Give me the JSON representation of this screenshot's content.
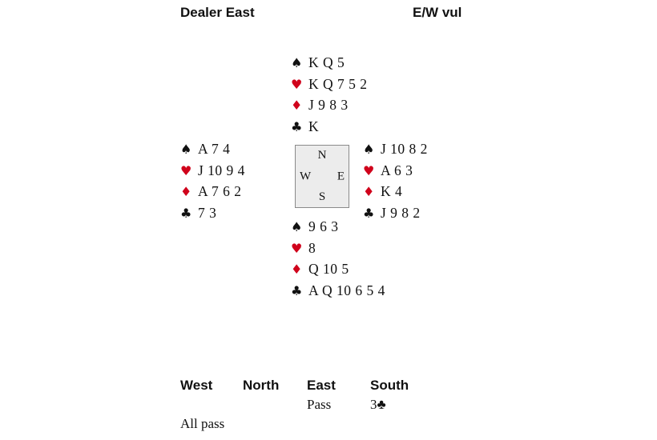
{
  "title": {
    "dealer": "Dealer East",
    "vulnerability": "E/W vul"
  },
  "symbols": {
    "spade": "♠",
    "heart": "♥",
    "diamond": "♦",
    "club": "♣"
  },
  "colors": {
    "red_suit": "#d0021b",
    "black_suit": "#111111",
    "compass_bg": "#ececec"
  },
  "hands": {
    "north": {
      "spades": "K Q 5",
      "hearts": "K Q 7 5 2",
      "diamonds": "J 9 8 3",
      "clubs": "K"
    },
    "west": {
      "spades": "A 7 4",
      "hearts": "J 10 9 4",
      "diamonds": "A 7 6 2",
      "clubs": "7 3"
    },
    "east": {
      "spades": "J 10 8 2",
      "hearts": "A 6 3",
      "diamonds": "K 4",
      "clubs": "J 9 8 2"
    },
    "south": {
      "spades": "9 6 3",
      "hearts": "8",
      "diamonds": "Q 10 5",
      "clubs": "A Q 10 6 5 4"
    }
  },
  "compass": {
    "north": "N",
    "east": "E",
    "south": "S",
    "west": "W"
  },
  "auction": {
    "headers": [
      "West",
      "North",
      "East",
      "South"
    ],
    "rows": [
      [
        "",
        "",
        "Pass",
        "3♣"
      ],
      [
        "All pass",
        "",
        "",
        ""
      ]
    ]
  }
}
